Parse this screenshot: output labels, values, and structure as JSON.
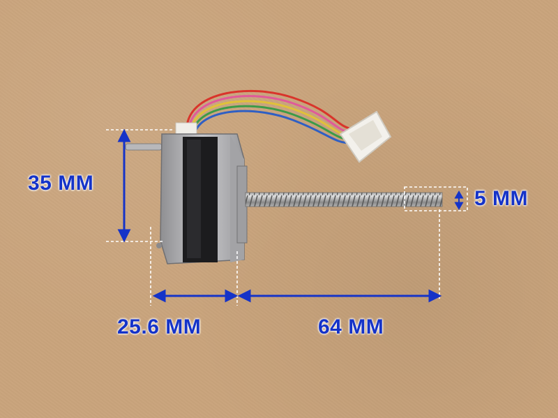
{
  "background_color": "#c9a47c",
  "annotation_color": "#1533c8",
  "dimensions": {
    "height": "35 MM",
    "shaft_diameter": "5 MM",
    "body_depth": "25.6 MM",
    "screw_length": "64 MM"
  },
  "wire_colors": [
    "#d9342b",
    "#e0c13a",
    "#3c9b48",
    "#2f5fc4",
    "#e05a9a"
  ]
}
